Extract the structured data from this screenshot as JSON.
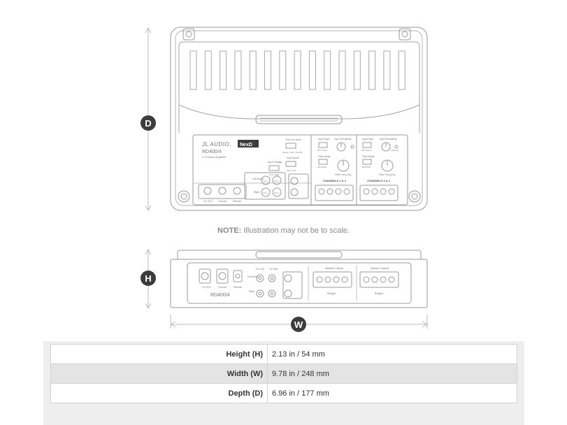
{
  "dimension_labels": {
    "depth": "D",
    "height": "H",
    "width": "W"
  },
  "note": {
    "label": "NOTE:",
    "text": "Illustration may not be to scale."
  },
  "panel": {
    "brand": "JL AUDIO.",
    "badge": "NexD",
    "model": "RD400/4",
    "subtitle": "4 Channel Amplifier",
    "tone_mode_label": "Tone On Mode",
    "tone_mode_value": "Sense / Off/ | 12V/Off",
    "input_voltage_label": "Input Voltage",
    "input_voltage_value": "Low / High",
    "input_mode_label": "Input Mode",
    "input_mode_value": "4Ch / 2Ch",
    "ch12": "CHANNELS 1 & 2",
    "ch34": "CHANNELS 3 & 4",
    "input_type": "Input Type",
    "input_type_value": "Diff / Mono",
    "input_sensitivity": "Input Sensitivity",
    "filter_mode": "Filter Mode",
    "filter_mode_value": "HP/Off/LP",
    "filter_freq": "Filter Freq (Hz)",
    "clipping": "Clipping",
    "remote_12v": "+12 VDC",
    "ground": "Ground",
    "remote": "Remote",
    "left_mono": "Left Mono",
    "right": "Right",
    "ch1": "CH 1",
    "ch2": "CH 2",
    "ch3": "CH 3",
    "ch4": "CH 4",
    "speaker_outputs": "Speaker Outputs",
    "bridged": "Bridged"
  },
  "specs": [
    {
      "label": "Height (H)",
      "value": "2.13 in / 54 mm"
    },
    {
      "label": "Width (W)",
      "value": "9.78 in / 248 mm"
    },
    {
      "label": "Depth (D)",
      "value": "6.96 in / 177 mm"
    }
  ],
  "colors": {
    "badge": "#3c3c3c",
    "outline": "#9a9a9a",
    "dim_line": "#bbbbbb",
    "table_bg": "#eeeeee"
  }
}
